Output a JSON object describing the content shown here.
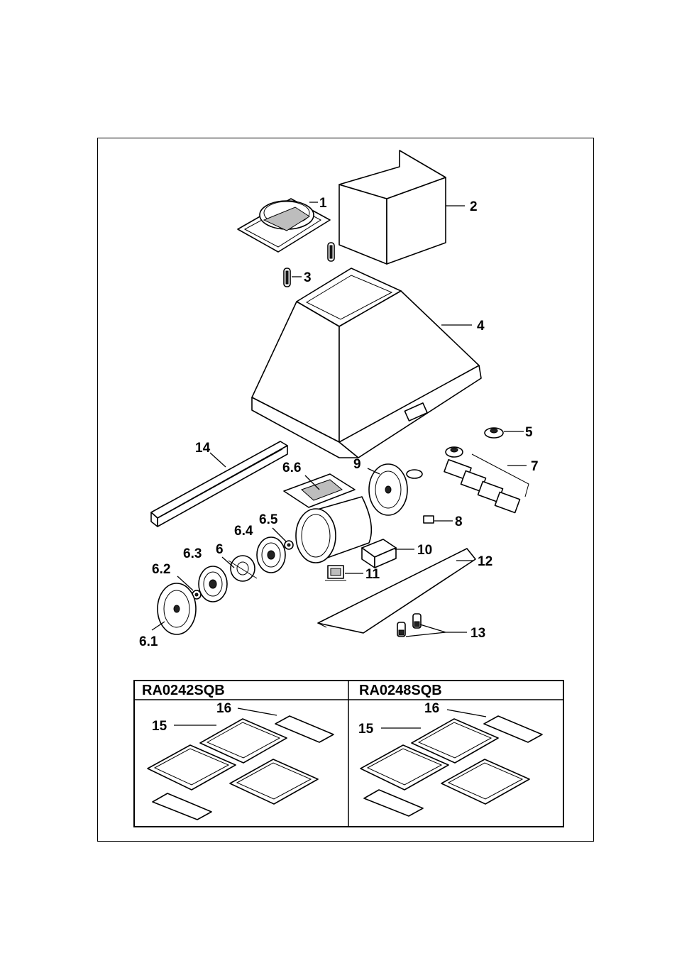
{
  "callouts": {
    "p1": "1",
    "p2": "2",
    "p3": "3",
    "p4": "4",
    "p5": "5",
    "p6": "6",
    "p6_1": "6.1",
    "p6_2": "6.2",
    "p6_3": "6.3",
    "p6_4": "6.4",
    "p6_5": "6.5",
    "p6_6": "6.6",
    "p7": "7",
    "p8": "8",
    "p9": "9",
    "p10": "10",
    "p11": "11",
    "p12": "12",
    "p13": "13",
    "p14": "14"
  },
  "models": {
    "left": {
      "name": "RA0242SQB",
      "filter_callout": "15",
      "cover_callout": "16"
    },
    "right": {
      "name": "RA0248SQB",
      "filter_callout": "15",
      "cover_callout": "16"
    }
  }
}
